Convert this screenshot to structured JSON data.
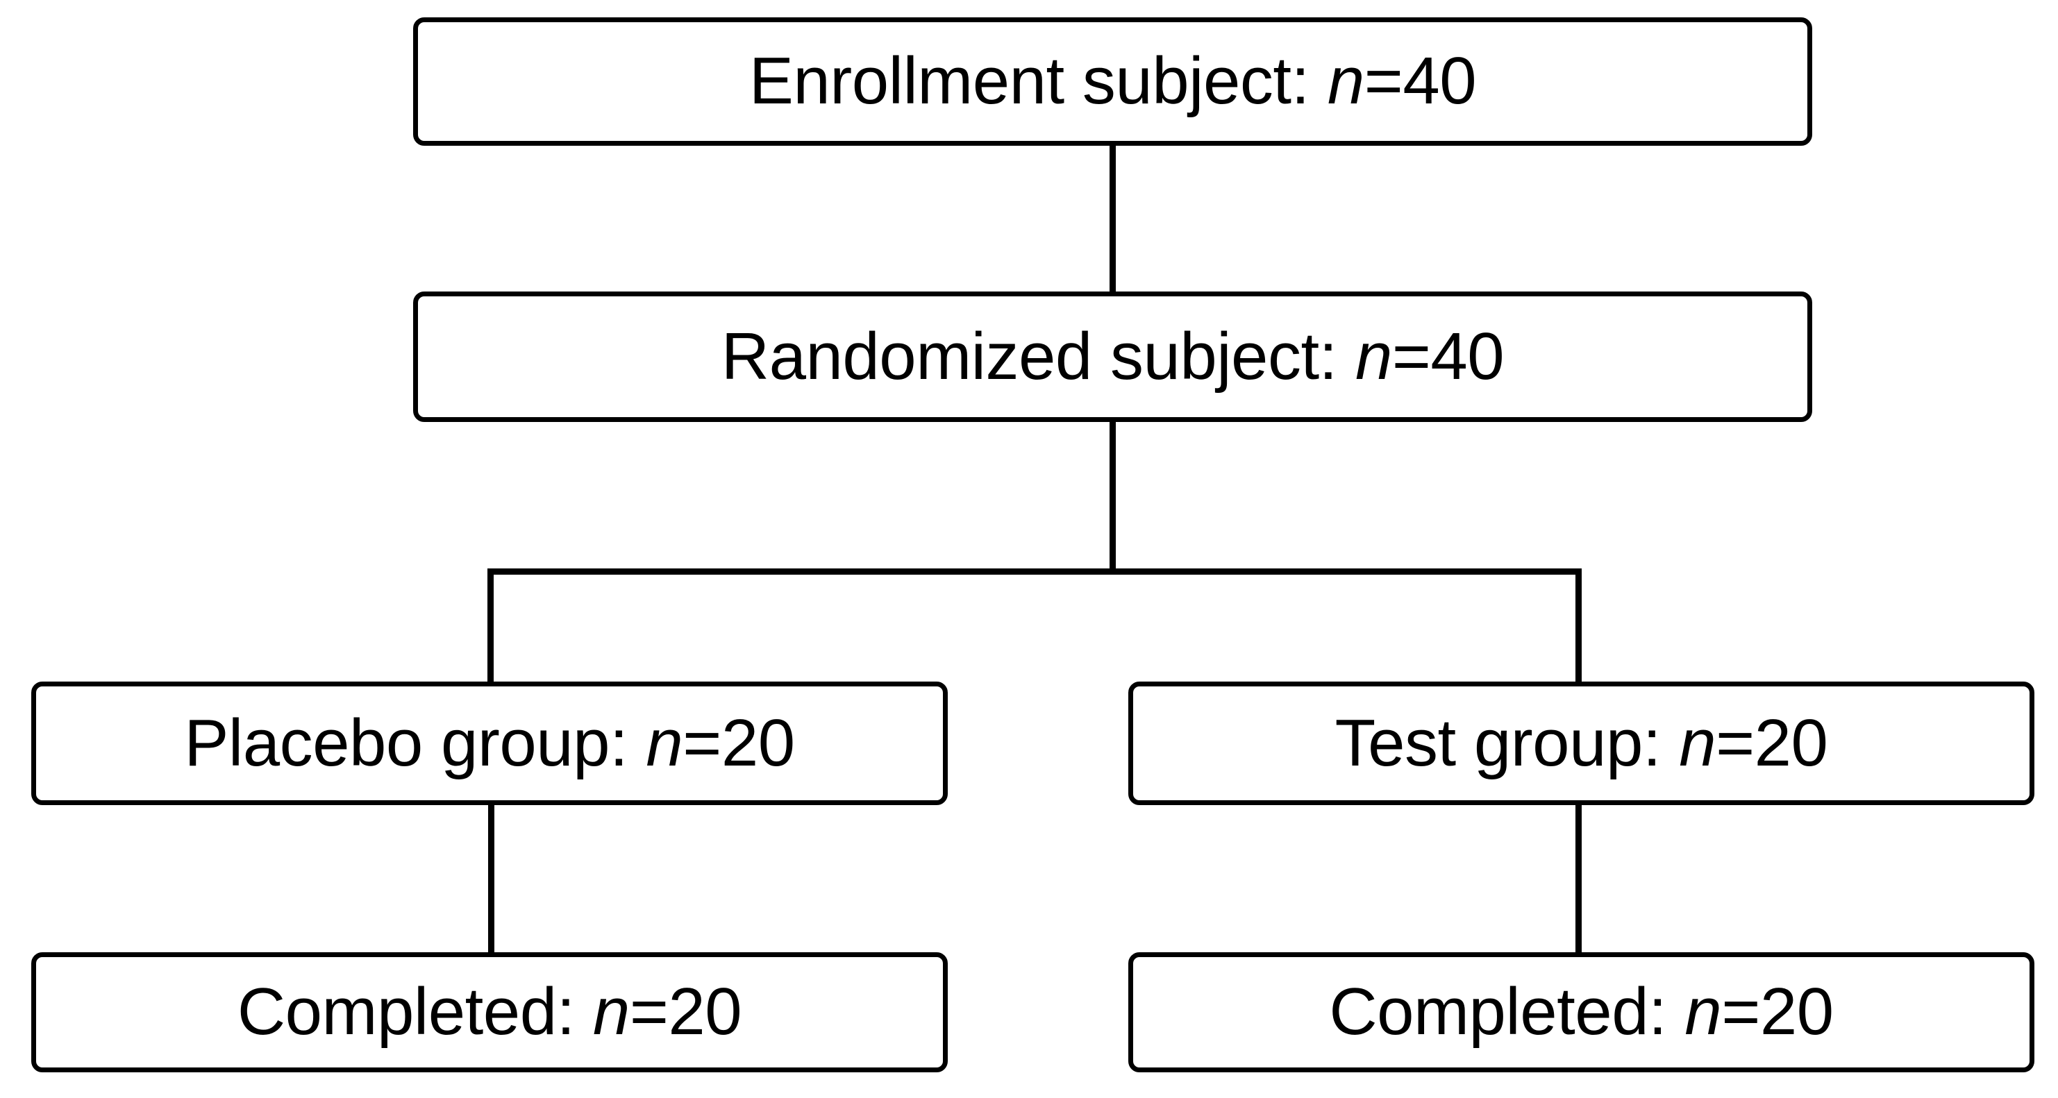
{
  "diagram": {
    "type": "flowchart",
    "title": "CONSORT participant flow diagram",
    "orientation": "top-down",
    "background_color": "#ffffff",
    "line_color": "#000000",
    "text_color": "#000000",
    "nodes": [
      {
        "id": "enrollment",
        "name": "enrollment-node",
        "prefix": "Enrollment subject: ",
        "variable": "n",
        "equals": "=",
        "value": "40",
        "full_text": "Enrollment subject: n=40"
      },
      {
        "id": "randomized",
        "name": "randomized-node",
        "prefix": "Randomized subject: ",
        "variable": "n",
        "equals": "=",
        "value": "40",
        "full_text": "Randomized subject: n=40"
      },
      {
        "id": "placebo",
        "name": "placebo-group-node",
        "prefix": "Placebo group: ",
        "variable": "n",
        "equals": "=",
        "value": "20",
        "full_text": "Placebo group: n=20"
      },
      {
        "id": "test",
        "name": "test-group-node",
        "prefix": "Test group: ",
        "variable": "n",
        "equals": "=",
        "value": "20",
        "full_text": "Test group: n=20"
      },
      {
        "id": "completed_placebo",
        "name": "completed-placebo-node",
        "prefix": "Completed: ",
        "variable": "n",
        "equals": "=",
        "value": "20",
        "full_text": "Completed: n=20"
      },
      {
        "id": "completed_test",
        "name": "completed-test-node",
        "prefix": "Completed: ",
        "variable": "n",
        "equals": "=",
        "value": "20",
        "full_text": "Completed: n=20"
      }
    ],
    "edges": [
      {
        "from": "enrollment",
        "to": "randomized",
        "style": "straight-vertical"
      },
      {
        "from": "randomized",
        "to": "placebo",
        "style": "elbow-split-left"
      },
      {
        "from": "randomized",
        "to": "test",
        "style": "elbow-split-right"
      },
      {
        "from": "placebo",
        "to": "completed_placebo",
        "style": "straight-vertical"
      },
      {
        "from": "test",
        "to": "completed_test",
        "style": "straight-vertical"
      }
    ]
  }
}
